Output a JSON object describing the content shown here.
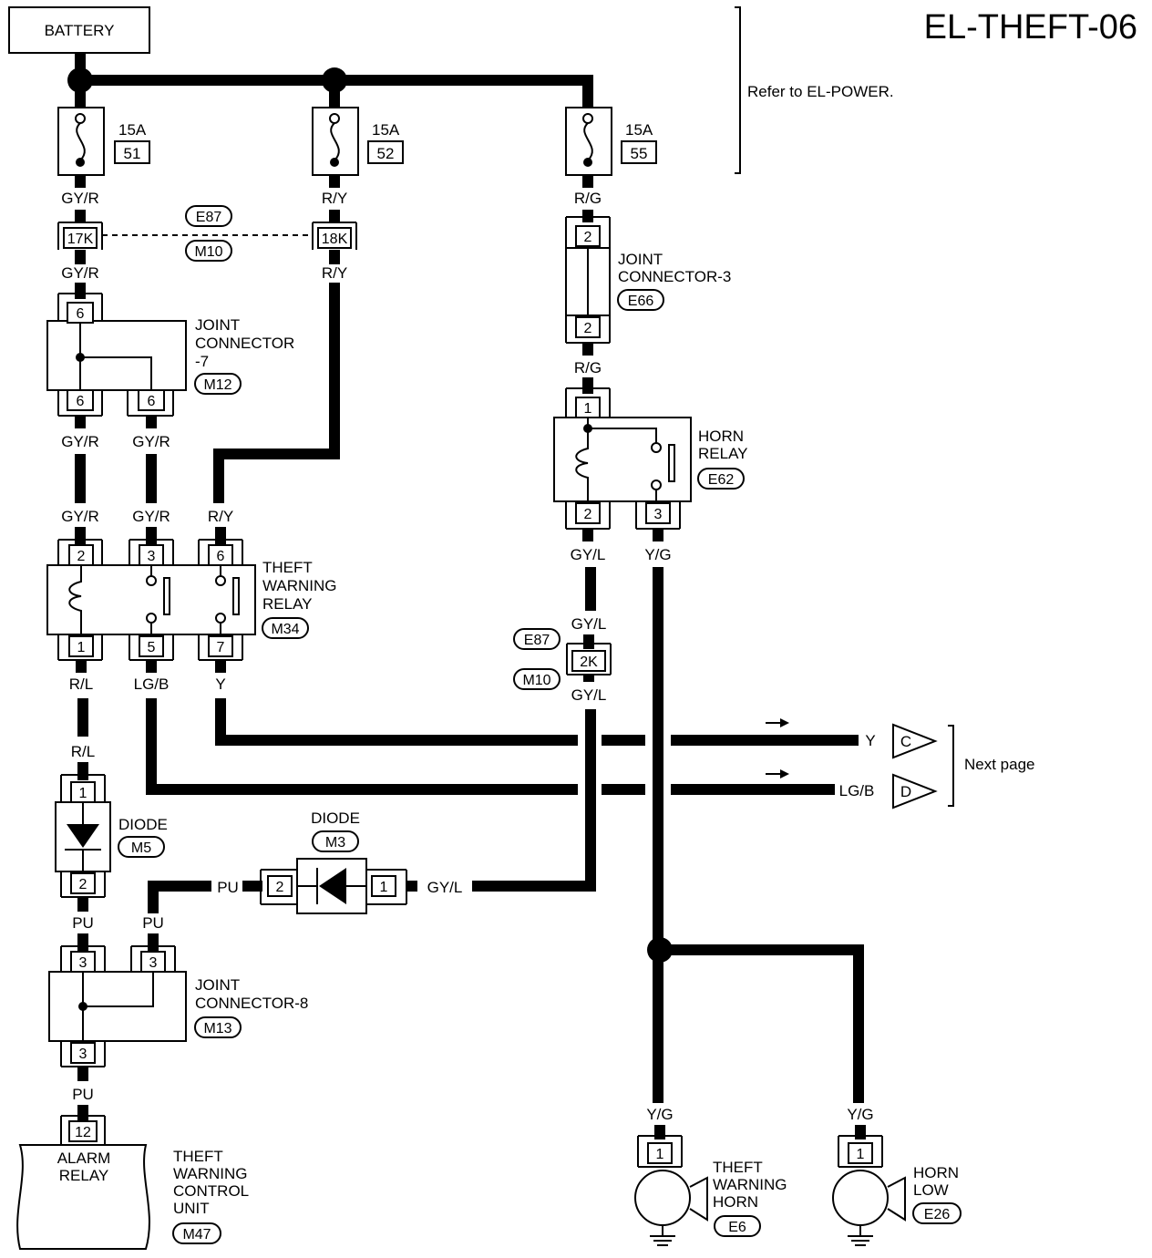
{
  "page_title": "EL-THEFT-06",
  "battery_label": "BATTERY",
  "refer_note": "Refer to EL-POWER.",
  "next_page_label": "Next page",
  "fuses": [
    {
      "amp": "15A",
      "num": "51"
    },
    {
      "amp": "15A",
      "num": "52"
    },
    {
      "amp": "15A",
      "num": "55"
    }
  ],
  "wire_colors": {
    "gy_r": "GY/R",
    "r_y": "R/Y",
    "r_g": "R/G",
    "r_l": "R/L",
    "lg_b": "LG/B",
    "y": "Y",
    "pu": "PU",
    "gy_l": "GY/L",
    "y_g": "Y/G"
  },
  "connector_ids": {
    "e87": "E87",
    "m10": "M10",
    "m12": "M12",
    "e66": "E66",
    "e62": "E62",
    "m34": "M34",
    "m5": "M5",
    "m3": "M3",
    "m13": "M13",
    "m47": "M47",
    "e6": "E6",
    "e26": "E26"
  },
  "connector_pins": {
    "k17": "17K",
    "k18": "18K",
    "k2": "2K",
    "p1": "1",
    "p2": "2",
    "p3": "3",
    "p5": "5",
    "p6": "6",
    "p7": "7",
    "p12": "12"
  },
  "components": {
    "joint_connector_7": [
      "JOINT",
      "CONNECTOR",
      "-7"
    ],
    "joint_connector_3": [
      "JOINT",
      "CONNECTOR-3"
    ],
    "horn_relay": [
      "HORN",
      "RELAY"
    ],
    "theft_warning_relay": [
      "THEFT",
      "WARNING",
      "RELAY"
    ],
    "diode_label": "DIODE",
    "joint_connector_8": [
      "JOINT",
      "CONNECTOR-8"
    ],
    "alarm_relay": [
      "ALARM",
      "RELAY"
    ],
    "theft_warning_control_unit": [
      "THEFT",
      "WARNING",
      "CONTROL",
      "UNIT"
    ],
    "theft_warning_horn": [
      "THEFT",
      "WARNING",
      "HORN"
    ],
    "horn_low": [
      "HORN",
      "LOW"
    ]
  },
  "page_links": [
    {
      "wire": "Y",
      "letter": "C"
    },
    {
      "wire": "LG/B",
      "letter": "D"
    }
  ]
}
